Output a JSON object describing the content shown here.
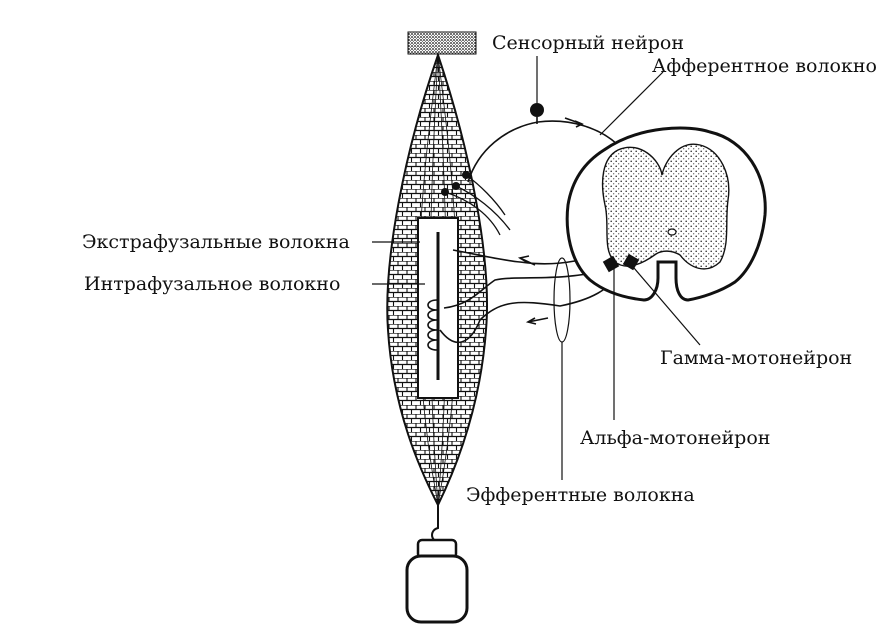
{
  "labels": {
    "sensory_neuron": "Сенсорный нейрон",
    "afferent_fiber": "Афферентное волокно",
    "extrafusal_fibers": "Экстрафузальные волокна",
    "intrafusal_fiber": "Интрафузальное волокно",
    "gamma_motoneuron": "Гамма-мотонейрон",
    "alpha_motoneuron": "Альфа-мотонейрон",
    "efferent_fibers": "Эфферентные волокна"
  },
  "colors": {
    "ink": "#111111",
    "paper": "#ffffff"
  }
}
